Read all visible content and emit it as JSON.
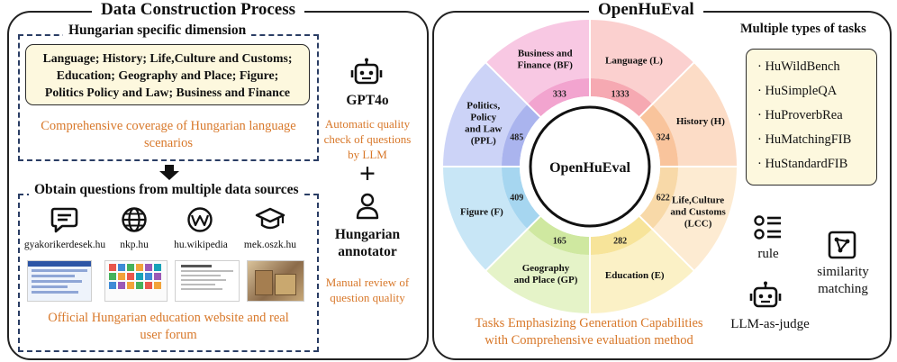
{
  "left_panel": {
    "title": "Data Construction Process",
    "dimension_box": {
      "title": "Hungarian specific dimension",
      "topics_lines": [
        "Language;  History;  Life,Culture and Customs;",
        "Education;  Geography and Place;  Figure;",
        "Politics Policy and Law; Business and Finance"
      ],
      "caption_lines": [
        "Comprehensive coverage of Hungarian language",
        "scenarios"
      ]
    },
    "sources_box": {
      "title": "Obtain questions from multiple data sources",
      "sources": [
        {
          "label": "gyakorikerdesek.hu",
          "icon": "chat-bubble-icon"
        },
        {
          "label": "nkp.hu",
          "icon": "globe-icon"
        },
        {
          "label": "hu.wikipedia",
          "icon": "wikipedia-icon"
        },
        {
          "label": "mek.oszk.hu",
          "icon": "graduation-cap-icon"
        }
      ],
      "caption_lines": [
        "Official Hungarian education website and real",
        "user forum"
      ]
    },
    "middle": {
      "gpt_label": "GPT4o",
      "gpt_caption_lines": [
        "Automatic quality",
        "check of questions",
        "by LLM"
      ],
      "plus": "+",
      "annotator_lines": [
        "Hungarian",
        "annotator"
      ],
      "annotator_caption_lines": [
        "Manual review of",
        "question quality"
      ]
    }
  },
  "right_panel": {
    "title": "OpenHuEval",
    "center_label": "OpenHuEval",
    "segments": [
      {
        "name_lines": [
          "Language (L)"
        ],
        "count": "1333",
        "color": "#fbd0cf",
        "inner": "#f6a9b2"
      },
      {
        "name_lines": [
          "History (H)"
        ],
        "count": "324",
        "color": "#fcdcc6",
        "inner": "#f9c49c"
      },
      {
        "name_lines": [
          "Life,Culture",
          "and Customs",
          "(LCC)"
        ],
        "count": "622",
        "color": "#fdebd2",
        "inner": "#f8d9a8"
      },
      {
        "name_lines": [
          "Education (E)"
        ],
        "count": "282",
        "color": "#fbf1c6",
        "inner": "#f7e49a"
      },
      {
        "name_lines": [
          "Geography",
          "and Place (GP)"
        ],
        "count": "165",
        "color": "#e5f3c8",
        "inner": "#cfe8a0"
      },
      {
        "name_lines": [
          "Figure (F)"
        ],
        "count": "409",
        "color": "#c8e6f6",
        "inner": "#a6d6f0"
      },
      {
        "name_lines": [
          "Politics,",
          "Policy",
          "and Law",
          "(PPL)"
        ],
        "count": "485",
        "color": "#ccd3f7",
        "inner": "#aab4ee"
      },
      {
        "name_lines": [
          "Business and",
          "Finance (BF)"
        ],
        "count": "333",
        "color": "#f8c8e3",
        "inner": "#f2a4cf"
      }
    ],
    "caption_lines": [
      "Tasks Emphasizing Generation Capabilities",
      "with Comprehensive evaluation method"
    ],
    "tasks": {
      "title": "Multiple types of tasks",
      "items": [
        "· HuWildBench",
        "· HuSimpleQA",
        "· HuProverbRea",
        "· HuMatchingFIB",
        "· HuStandardFIB"
      ]
    },
    "methods": [
      {
        "label_lines": [
          "rule"
        ],
        "icon": "rule-list-icon"
      },
      {
        "label_lines": [
          "similarity",
          "matching"
        ],
        "icon": "similarity-network-icon"
      },
      {
        "label_lines": [
          "LLM-as-judge"
        ],
        "icon": "robot-icon"
      }
    ]
  }
}
